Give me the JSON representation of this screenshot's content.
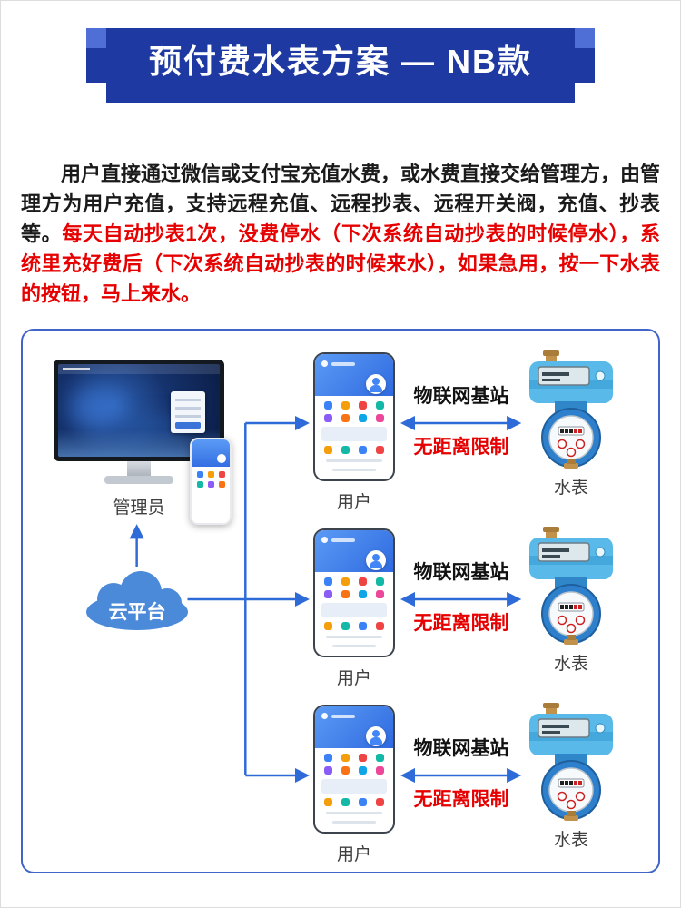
{
  "banner": {
    "title": "预付费水表方案 — NB款",
    "bg_color": "#1e3aa2",
    "corner_color": "#4f6fd6"
  },
  "intro": {
    "normal_text": "用户直接通过微信或支付宝充值水费，或水费直接交给管理方，由管理方为用户充值，支持远程充值、远程抄表、远程开关阀，充值、抄表等。",
    "highlight_text": "每天自动抄表1次，没费停水（下次系统自动抄表的时候停水），系统里充好费后（下次系统自动抄表的时候来水），如果急用，按一下水表的按钮，马上来水。",
    "highlight_color": "#e60000"
  },
  "diagram": {
    "border_color": "#4064c8",
    "arrow_color": "#2e6bd8",
    "admin": {
      "label": "管理员"
    },
    "cloud": {
      "label": "云平台",
      "color": "#4a8ad9"
    },
    "rows": [
      {
        "user_label": "用户",
        "station_label": "物联网基站",
        "limit_label": "无距离限制",
        "meter_label": "水表"
      },
      {
        "user_label": "用户",
        "station_label": "物联网基站",
        "limit_label": "无距离限制",
        "meter_label": "水表"
      },
      {
        "user_label": "用户",
        "station_label": "物联网基站",
        "limit_label": "无距离限制",
        "meter_label": "水表"
      }
    ]
  }
}
